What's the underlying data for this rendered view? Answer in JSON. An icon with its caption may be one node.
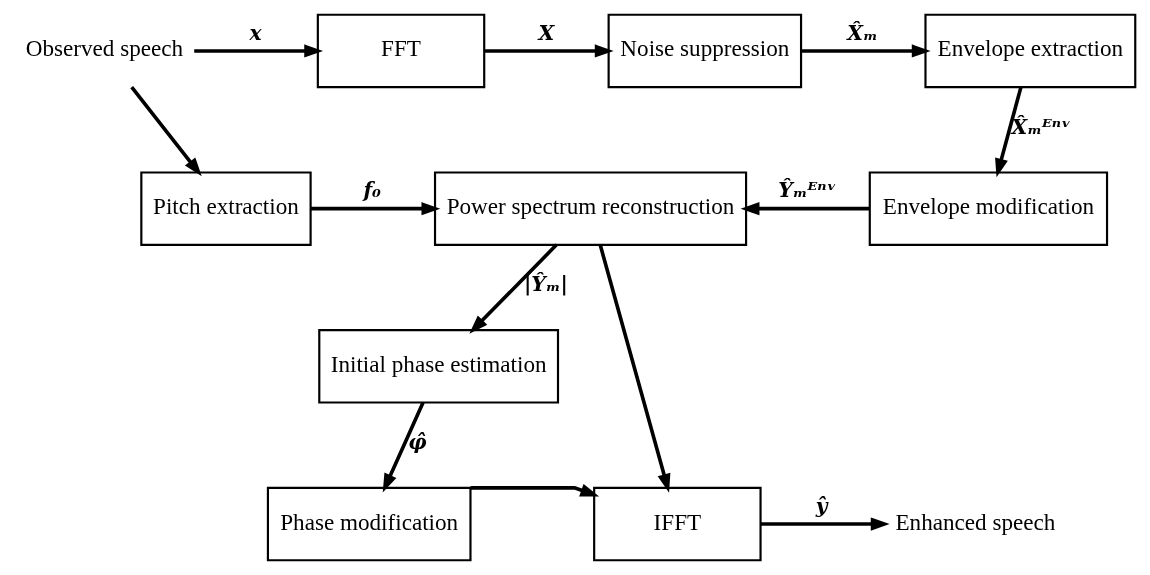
{
  "diagram": {
    "nodes": [
      {
        "text": [
          "Observed speech"
        ]
      },
      {
        "text": [
          "FFT"
        ]
      },
      {
        "text": [
          "Noise suppression"
        ]
      },
      {
        "text": [
          "Envelope extraction"
        ]
      },
      {
        "text": [
          "Pitch extraction"
        ]
      },
      {
        "text": [
          "Power spectrum reconstruction"
        ]
      },
      {
        "text": [
          "Envelope modification"
        ]
      },
      {
        "text": [
          "Initial phase estimation"
        ]
      },
      {
        "text": [
          "Enhanced speech"
        ]
      },
      {
        "text": [
          "IFFT"
        ]
      },
      {
        "text": [
          "Phase modification"
        ]
      }
    ],
    "edges": [
      {
        "from": 0,
        "to": 1,
        "arrow": "to",
        "label": "x"
      },
      {
        "from": 0,
        "to": 4,
        "arrow": "to"
      },
      {
        "from": 1,
        "to": 2,
        "arrow": "to",
        "label": "X"
      },
      {
        "from": 2,
        "to": 3,
        "arrow": "to",
        "label": "X̂ₘ"
      },
      {
        "from": 3,
        "to": 6,
        "arrow": "to",
        "label": "X̂ₘᴱⁿᵛ"
      },
      {
        "from": 4,
        "to": 5,
        "arrow": "to",
        "label": "f₀"
      },
      {
        "from": 6,
        "to": 5,
        "arrow": "to",
        "label": "Ŷₘᴱⁿᵛ"
      },
      {
        "from": 5,
        "to": 7,
        "arrow": "to",
        "label": "|Ŷₘ|"
      },
      {
        "from": 5,
        "to": 9,
        "arrow": "to"
      },
      {
        "from": 7,
        "to": 10,
        "arrow": "to",
        "label": "φ̂"
      },
      {
        "from": 10,
        "to": 9,
        "arrow": "to"
      },
      {
        "from": 9,
        "to": 8,
        "arrow": "to",
        "label": "ŷ"
      }
    ]
  }
}
